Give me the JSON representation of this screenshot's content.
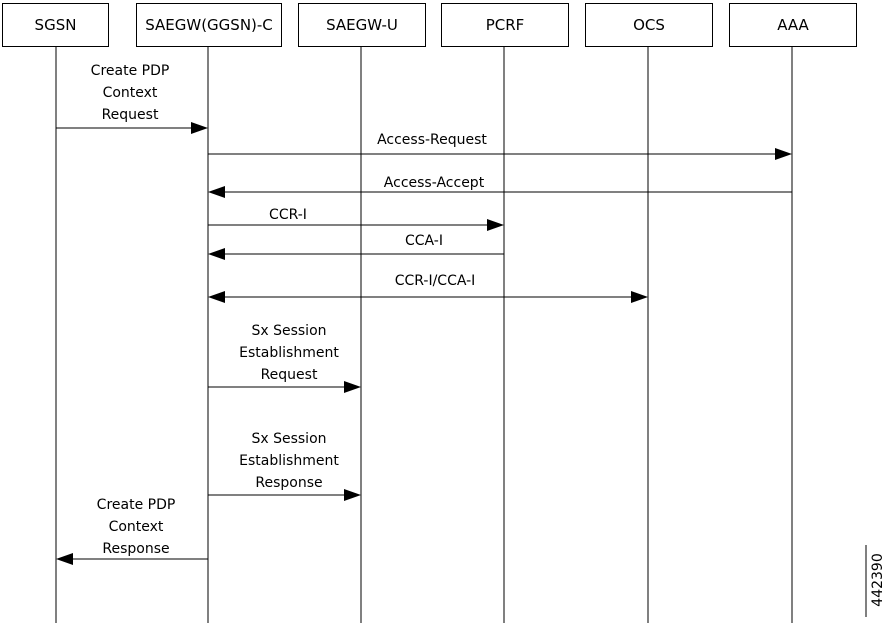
{
  "participants": [
    {
      "id": "sgsn",
      "label": "SGSN"
    },
    {
      "id": "saegw-c",
      "label": "SAEGW(GGSN)-C"
    },
    {
      "id": "saegw-u",
      "label": "SAEGW-U"
    },
    {
      "id": "pcrf",
      "label": "PCRF"
    },
    {
      "id": "ocs",
      "label": "OCS"
    },
    {
      "id": "aaa",
      "label": "AAA"
    }
  ],
  "messages": [
    {
      "id": "create-pdp-context-request",
      "from": "sgsn",
      "to": "saegw-c",
      "lines": [
        "Create PDP",
        "Context",
        "Request"
      ]
    },
    {
      "id": "access-request",
      "from": "saegw-c",
      "to": "aaa",
      "lines": [
        "Access-Request"
      ]
    },
    {
      "id": "access-accept",
      "from": "aaa",
      "to": "saegw-c",
      "lines": [
        "Access-Accept"
      ]
    },
    {
      "id": "ccr-i",
      "from": "saegw-c",
      "to": "pcrf",
      "lines": [
        "CCR-I"
      ]
    },
    {
      "id": "cca-i",
      "from": "pcrf",
      "to": "saegw-c",
      "lines": [
        "CCA-I"
      ]
    },
    {
      "id": "ccr-i-cca-i",
      "from": "saegw-c",
      "to": "ocs",
      "bidirectional": true,
      "lines": [
        "CCR-I/CCA-I"
      ]
    },
    {
      "id": "sx-session-establishment-request",
      "from": "saegw-c",
      "to": "saegw-u",
      "lines": [
        "Sx Session",
        "Establishment",
        "Request"
      ]
    },
    {
      "id": "sx-session-establishment-response",
      "from": "saegw-c",
      "to": "saegw-u",
      "lines": [
        "Sx Session",
        "Establishment",
        "Response"
      ]
    },
    {
      "id": "create-pdp-context-response",
      "from": "saegw-c",
      "to": "sgsn",
      "lines": [
        "Create PDP",
        "Context",
        "Response"
      ]
    }
  ],
  "figure_id": "442390"
}
